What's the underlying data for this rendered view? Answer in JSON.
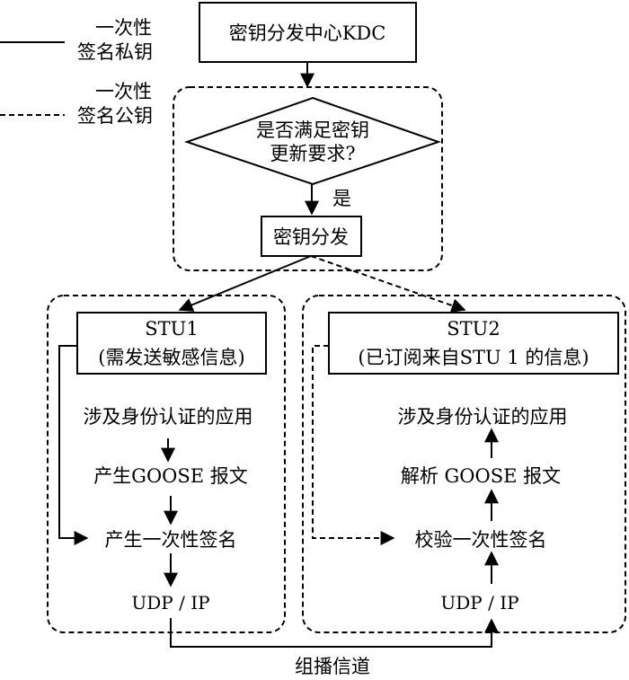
{
  "legend": {
    "solid_label_line1": "一次性",
    "solid_label_line2": "签名私钥",
    "dashed_label_line1": "一次性",
    "dashed_label_line2": "签名公钥"
  },
  "kdc": {
    "label": "密钥分发中心KDC"
  },
  "decision": {
    "line1": "是否满足密钥",
    "line2": "更新要求?",
    "yes_label": "是"
  },
  "distribute": {
    "label": "密钥分发"
  },
  "stu1": {
    "title": "STU1",
    "subtitle": "(需发送敏感信息)",
    "steps": [
      "涉及身份认证的应用",
      "产生GOOSE 报文",
      "产生一次性签名",
      "UDP / IP"
    ]
  },
  "stu2": {
    "title": "STU2",
    "subtitle": "(已订阅来自STU 1 的信息)",
    "steps": [
      "涉及身份认证的应用",
      "解析 GOOSE 报文",
      "校验一次性签名",
      "UDP / IP"
    ]
  },
  "channel": {
    "label": "组播信道"
  }
}
